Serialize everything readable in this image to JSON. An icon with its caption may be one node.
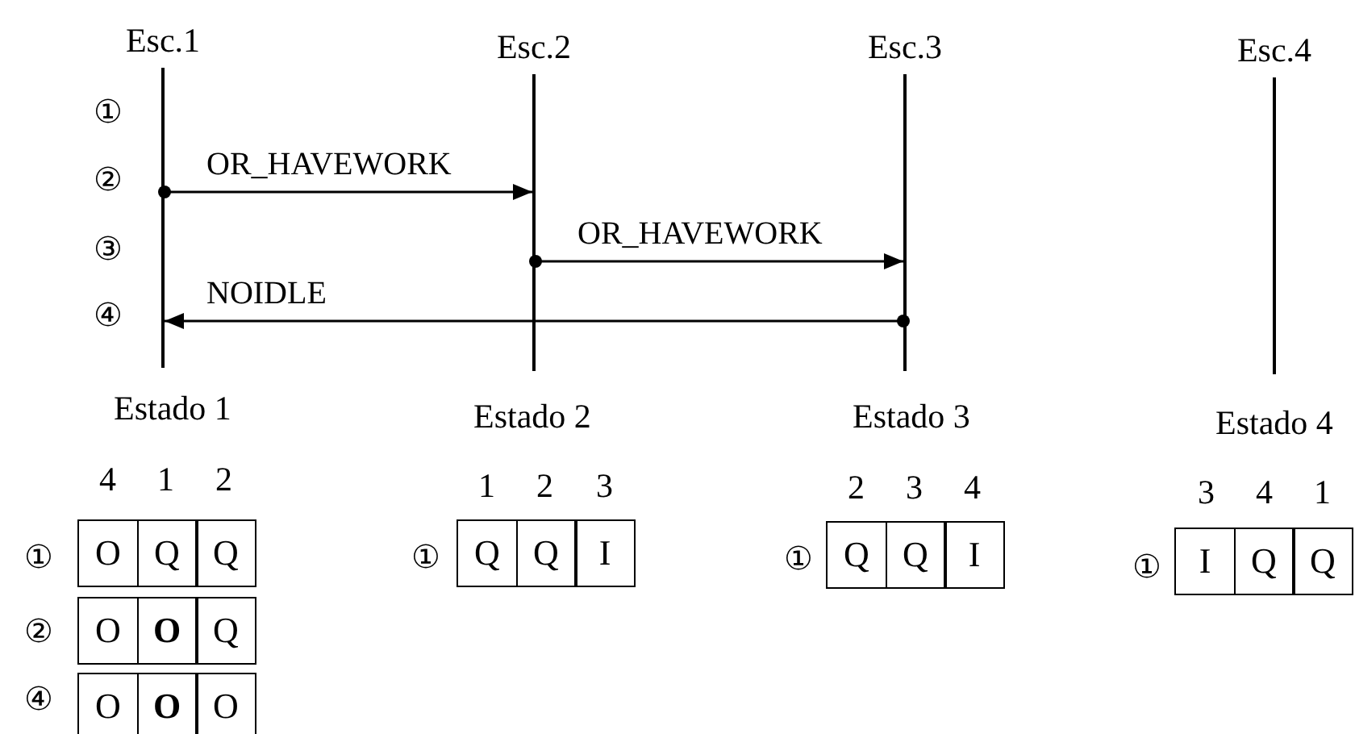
{
  "diagram": {
    "nodes": [
      {
        "text": [
          "Esc.1"
        ]
      },
      {
        "text": [
          "Esc.2"
        ]
      },
      {
        "text": [
          "Esc.3"
        ]
      },
      {
        "text": [
          "Esc.4"
        ]
      },
      {
        "text": [
          "O"
        ]
      },
      {
        "text": [
          "Q"
        ]
      },
      {
        "text": [
          "Q"
        ]
      },
      {
        "text": [
          "O"
        ]
      },
      {
        "text": [
          "**O**"
        ]
      },
      {
        "text": [
          "Q"
        ]
      },
      {
        "text": [
          "O"
        ]
      },
      {
        "text": [
          "**O**"
        ]
      },
      {
        "text": [
          "O"
        ]
      },
      {
        "text": [
          "Q"
        ]
      },
      {
        "text": [
          "Q"
        ]
      },
      {
        "text": [
          "I"
        ]
      },
      {
        "text": [
          "Q"
        ]
      },
      {
        "text": [
          "Q"
        ]
      },
      {
        "text": [
          "I"
        ]
      },
      {
        "text": [
          "I"
        ]
      },
      {
        "text": [
          "Q"
        ]
      },
      {
        "text": [
          "Q"
        ]
      }
    ],
    "edges": [
      {
        "from": 0,
        "to": 1,
        "arrow": "to",
        "label": "OR_HAVEWORK"
      },
      {
        "from": 1,
        "to": 2,
        "arrow": "to",
        "label": "OR_HAVEWORK"
      },
      {
        "from": 2,
        "to": 0,
        "arrow": "to",
        "label": "NOIDLE"
      }
    ],
    "labels": [
      "①",
      "②",
      "③",
      "④",
      "Estado 1",
      "Estado 2",
      "Estado 3",
      "Estado 4",
      "4",
      "1",
      "2",
      "1",
      "2",
      "3",
      "2",
      "3",
      "4",
      "3",
      "4",
      "1",
      "①",
      "①",
      "①",
      "①",
      "②",
      "④"
    ]
  }
}
